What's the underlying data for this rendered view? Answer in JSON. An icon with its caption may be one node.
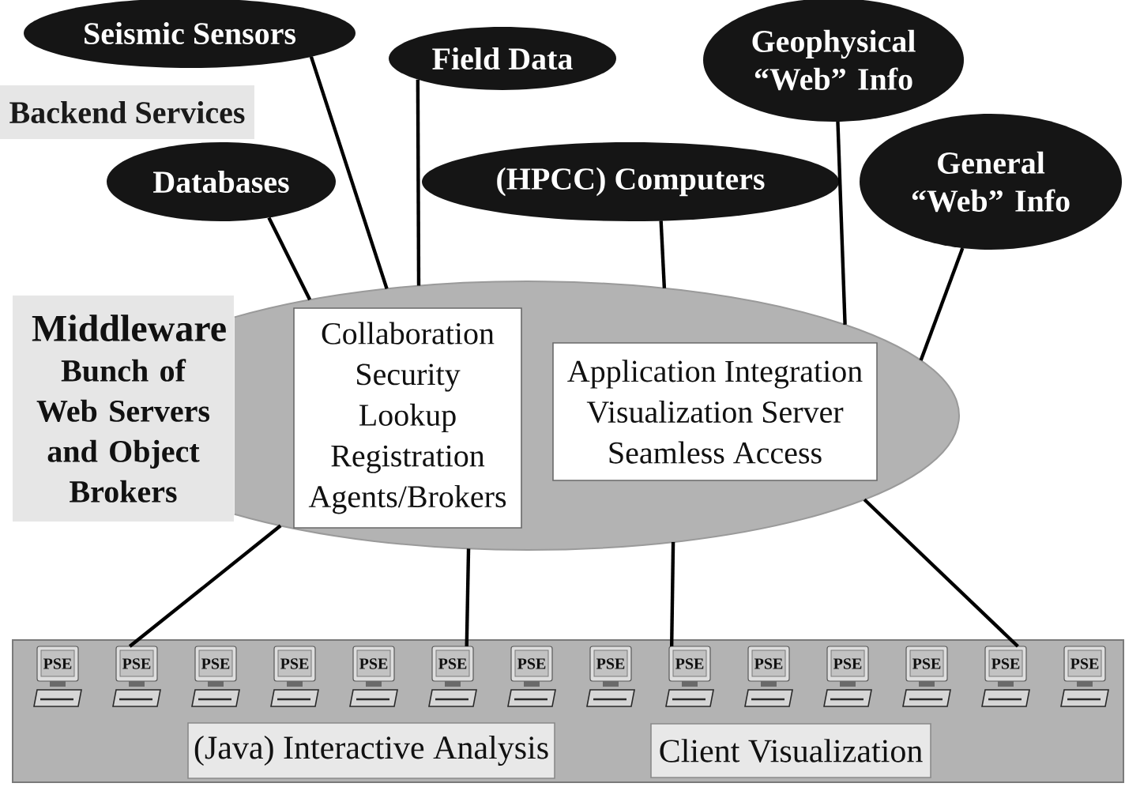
{
  "diagram": {
    "nodes": [
      {
        "text": [
          "Seismic Sensors"
        ]
      },
      {
        "text": [
          "Field Data"
        ]
      },
      {
        "text": [
          "Geophysical “Web” Info"
        ]
      },
      {
        "text": [
          "Backend Services"
        ]
      },
      {
        "text": [
          "Databases"
        ]
      },
      {
        "text": [
          "(HPCC) Computers"
        ]
      },
      {
        "text": [
          "General “Web” Info"
        ]
      },
      {
        "text": [
          "Middleware",
          "Bunch of Web Servers and Object Brokers"
        ]
      },
      {
        "text": [],
        "shape": "ellipse"
      },
      {
        "text": [
          "Collaboration",
          "Security",
          "Lookup",
          "Registration",
          "Agents/Brokers"
        ],
        "in": 8
      },
      {
        "text": [
          "Application Integration",
          "Visualization Server",
          "Seamless Access"
        ],
        "in": 8
      },
      {
        "text": [],
        "shape": "box"
      },
      {
        "text": [
          "PSE"
        ],
        "in": 11
      },
      {
        "text": [
          "PSE"
        ],
        "in": 11
      },
      {
        "text": [
          "PSE"
        ],
        "in": 11
      },
      {
        "text": [
          "PSE"
        ],
        "in": 11
      },
      {
        "text": [
          "PSE"
        ],
        "in": 11
      },
      {
        "text": [
          "PSE"
        ],
        "in": 11
      },
      {
        "text": [
          "PSE"
        ],
        "in": 11
      },
      {
        "text": [
          "PSE"
        ],
        "in": 11
      },
      {
        "text": [
          "PSE"
        ],
        "in": 11
      },
      {
        "text": [
          "PSE"
        ],
        "in": 11
      },
      {
        "text": [
          "PSE"
        ],
        "in": 11
      },
      {
        "text": [
          "PSE"
        ],
        "in": 11
      },
      {
        "text": [
          "PSE"
        ],
        "in": 11
      },
      {
        "text": [
          "PSE"
        ],
        "in": 11
      },
      {
        "text": [
          "(Java) Interactive Analysis"
        ],
        "in": 11
      },
      {
        "text": [
          "Client Visualization"
        ],
        "in": 11
      }
    ],
    "edges": [
      {
        "from": 0,
        "to": 8,
        "arrow": "none"
      },
      {
        "from": 1,
        "to": 8,
        "arrow": "none"
      },
      {
        "from": 2,
        "to": 8,
        "arrow": "none"
      },
      {
        "from": 4,
        "to": 8,
        "arrow": "none"
      },
      {
        "from": 5,
        "to": 8,
        "arrow": "none"
      },
      {
        "from": 6,
        "to": 8,
        "arrow": "none"
      },
      {
        "from": 8,
        "to": 13,
        "arrow": "none"
      },
      {
        "from": 8,
        "to": 17,
        "arrow": "none"
      },
      {
        "from": 8,
        "to": 20,
        "arrow": "none"
      },
      {
        "from": 8,
        "to": 24,
        "arrow": "none"
      }
    ]
  }
}
